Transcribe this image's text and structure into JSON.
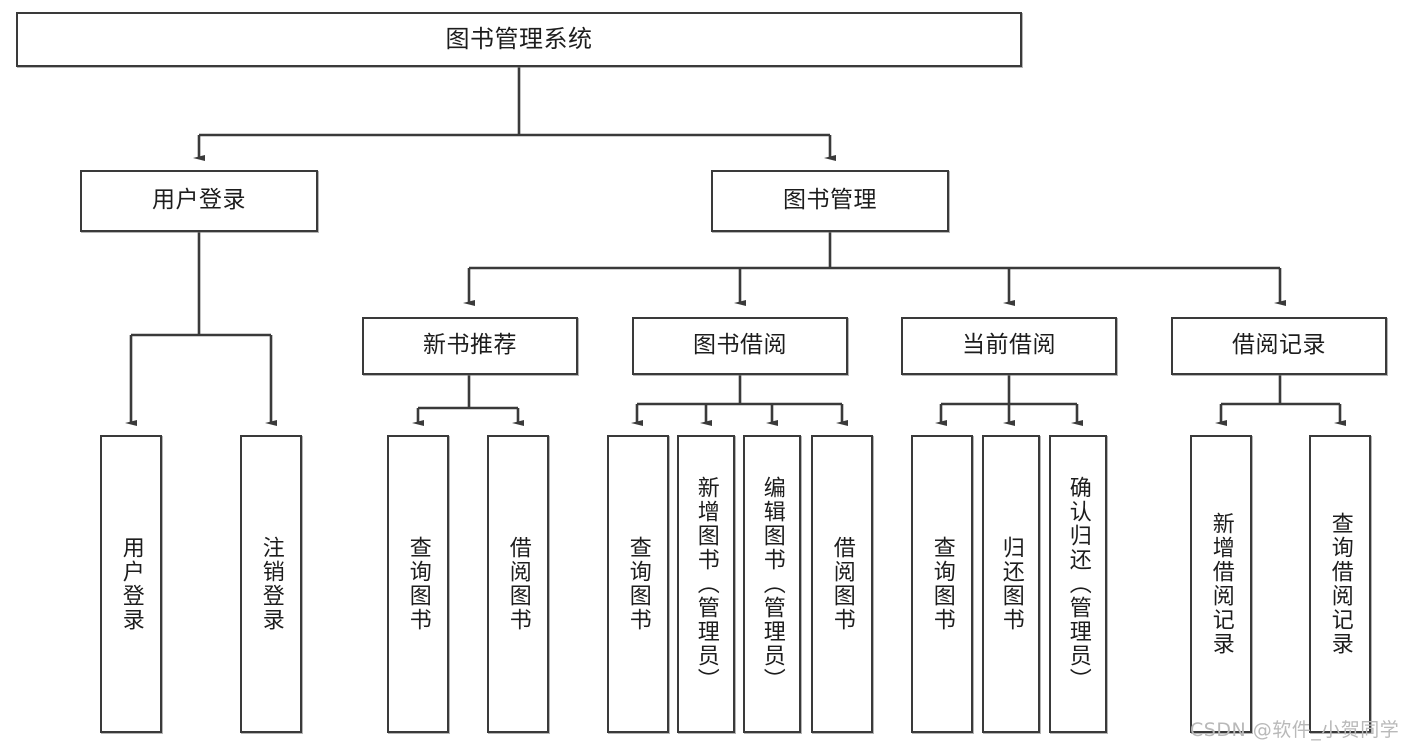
{
  "diagram": {
    "title": "图书管理系统",
    "watermark": "CSDN @软件_小贺同学",
    "colors": {
      "box_border": "#3a3a3a",
      "box_fill": "#ffffff",
      "line": "#3a3a3a",
      "text": "#1d1d1d",
      "watermark": "#b9b9b9"
    },
    "levels": {
      "root": {
        "label": "图书管理系统"
      },
      "level2": [
        {
          "label": "用户登录"
        },
        {
          "label": "图书管理"
        }
      ],
      "level3": [
        {
          "label": "新书推荐"
        },
        {
          "label": "图书借阅"
        },
        {
          "label": "当前借阅"
        },
        {
          "label": "借阅记录"
        }
      ],
      "leaves_user_login": [
        {
          "label": "用户登录"
        },
        {
          "label": "注销登录"
        }
      ],
      "leaves_new_book": [
        {
          "label": "查询图书"
        },
        {
          "label": "借阅图书"
        }
      ],
      "leaves_borrow": [
        {
          "label": "查询图书"
        },
        {
          "label": "新增图书（管理员）"
        },
        {
          "label": "编辑图书（管理员）"
        },
        {
          "label": "借阅图书"
        }
      ],
      "leaves_current": [
        {
          "label": "查询图书"
        },
        {
          "label": "归还图书"
        },
        {
          "label": "确认归还（管理员）"
        }
      ],
      "leaves_record": [
        {
          "label": "新增借阅记录"
        },
        {
          "label": "查询借阅记录"
        }
      ]
    }
  }
}
